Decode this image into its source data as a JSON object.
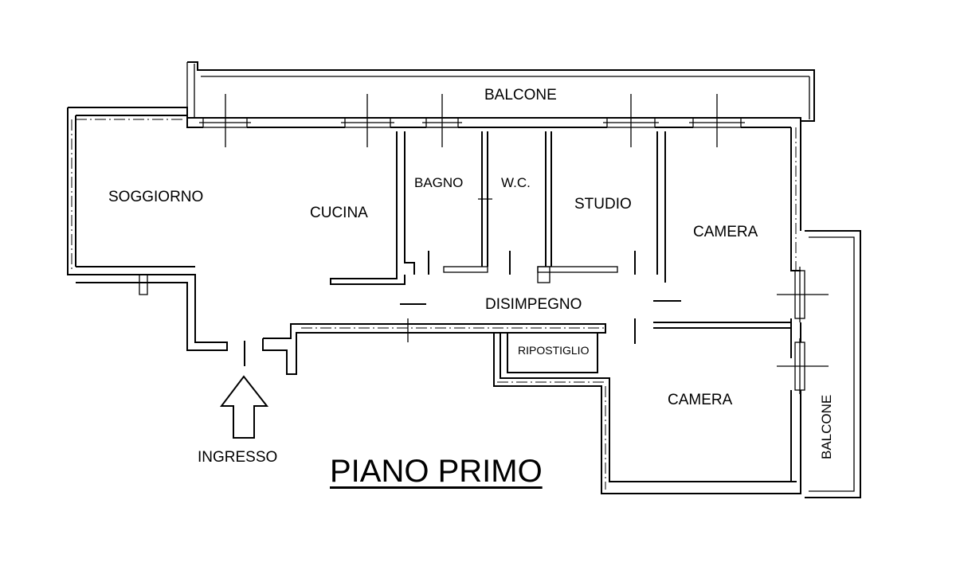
{
  "plan": {
    "title": "PIANO PRIMO",
    "entrance_label": "INGRESSO",
    "rooms": {
      "balcone_top": "BALCONE",
      "soggiorno": "SOGGIORNO",
      "cucina": "CUCINA",
      "bagno": "BAGNO",
      "wc": "W.C.",
      "studio": "STUDIO",
      "camera_1": "CAMERA",
      "disimpegno": "DISIMPEGNO",
      "ripostiglio": "RIPOSTIGLIO",
      "camera_2": "CAMERA",
      "balcone_right": "BALCONE"
    }
  }
}
